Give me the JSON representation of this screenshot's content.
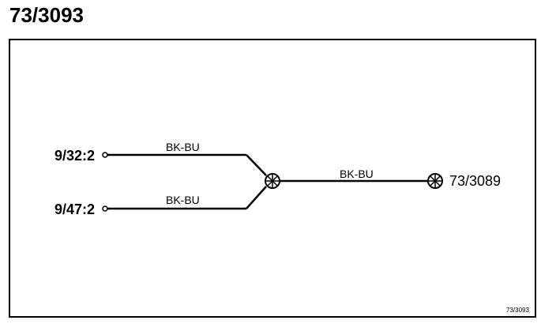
{
  "title": "73/3093",
  "corner_label": "73/3093",
  "wires": [
    {
      "label": "BK-BU"
    },
    {
      "label": "BK-BU"
    },
    {
      "label": "BK-BU"
    }
  ],
  "terminals": {
    "top_left": "9/32:2",
    "bottom_left": "9/47:2",
    "right": "73/3089"
  },
  "colors": {
    "line": "#000000",
    "background": "#ffffff"
  }
}
